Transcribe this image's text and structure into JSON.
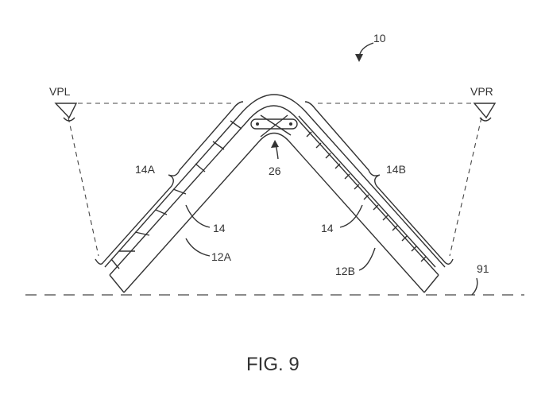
{
  "figure": {
    "caption": "FIG. 9",
    "labels": {
      "device": "10",
      "viewer_left": "VPL",
      "viewer_right": "VPR",
      "display_portion_left": "14A",
      "display_portion_right": "14B",
      "display_left": "14",
      "display_right": "14",
      "housing_left": "12A",
      "housing_right": "12B",
      "hinge": "26",
      "surface": "91"
    }
  }
}
